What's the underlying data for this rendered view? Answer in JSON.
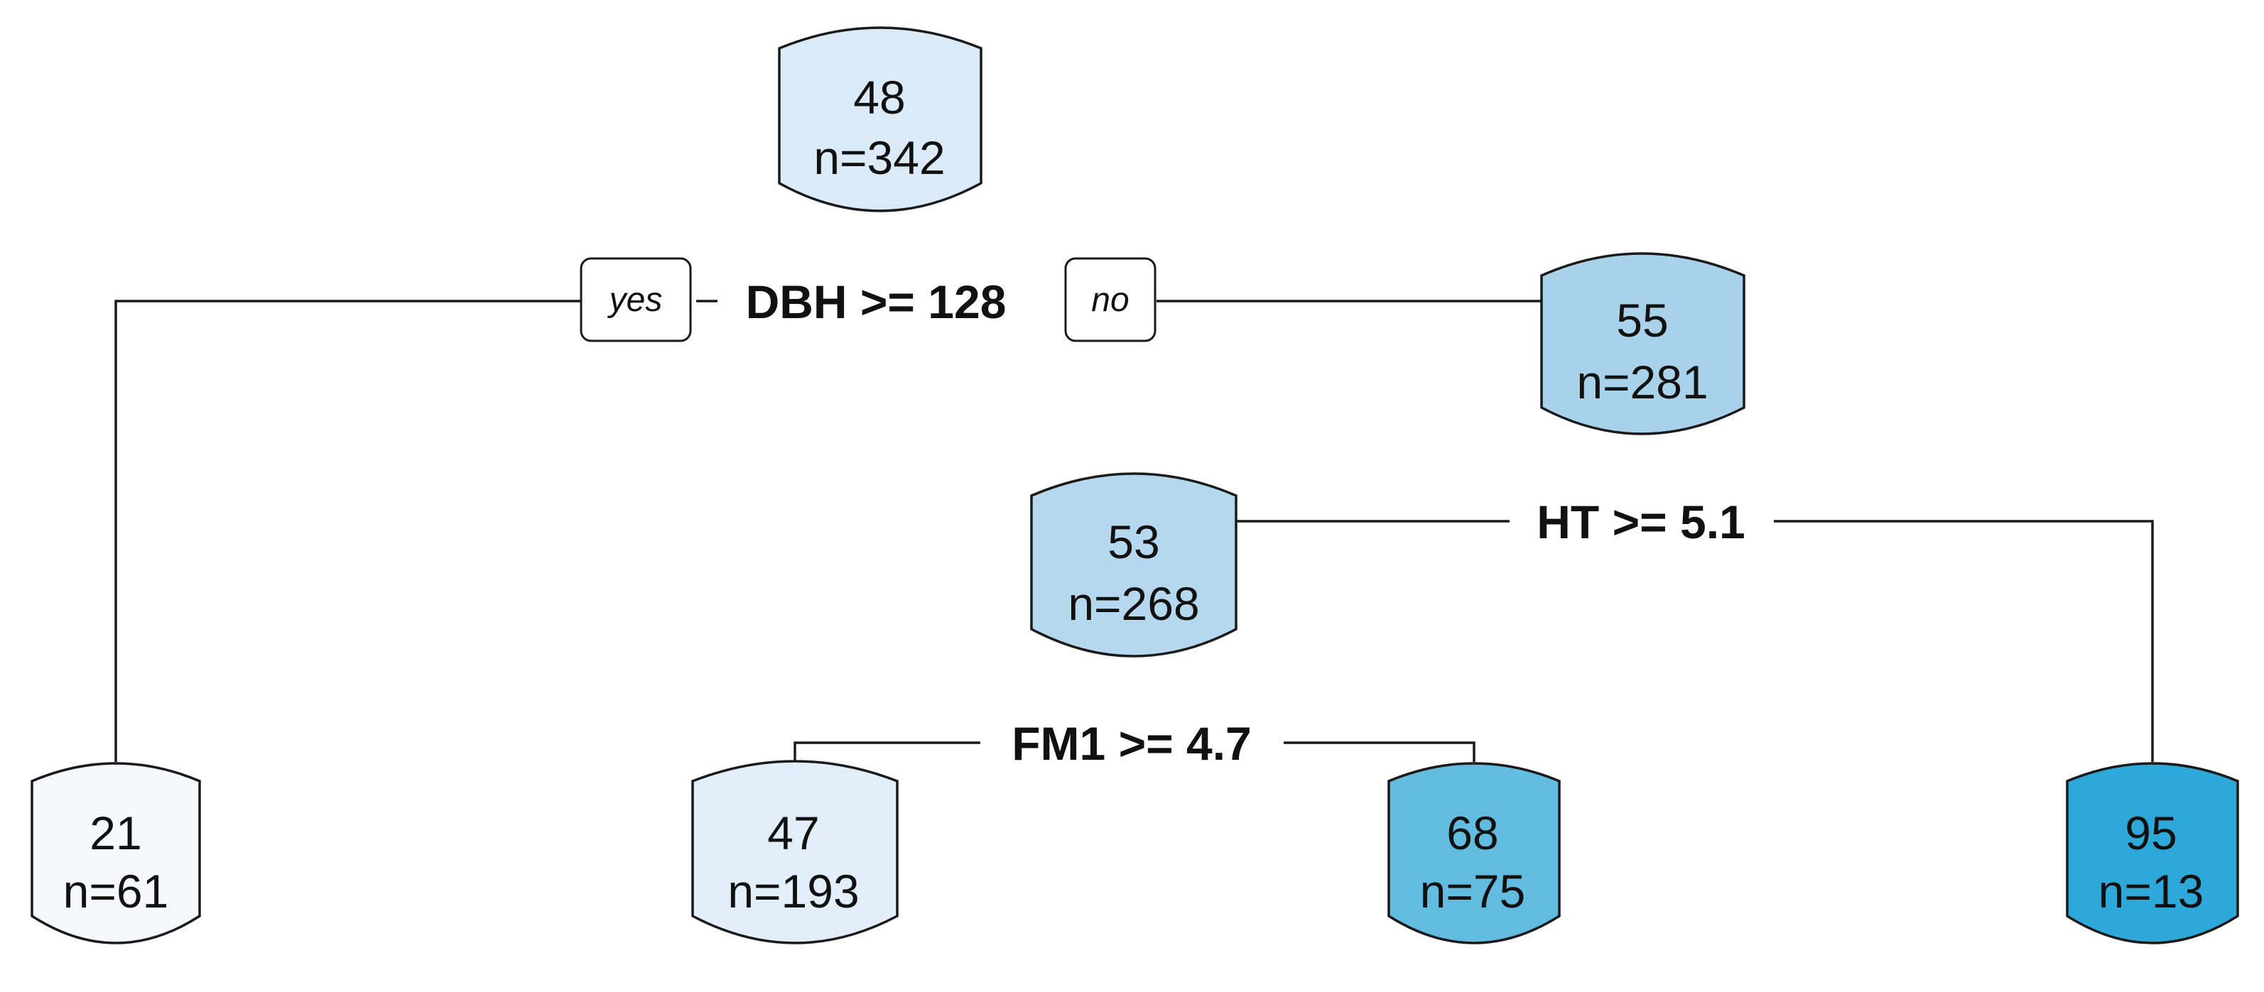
{
  "tree": {
    "branch_labels": {
      "yes": "yes",
      "no": "no"
    },
    "splits": [
      {
        "id": "split-dbh",
        "label": "DBH >= 128"
      },
      {
        "id": "split-ht",
        "label": "HT >= 5.1"
      },
      {
        "id": "split-fm1",
        "label": "FM1 >= 4.7"
      }
    ],
    "nodes": [
      {
        "id": "root",
        "value": "48",
        "n": "n=342",
        "color": "#dbeaf7"
      },
      {
        "id": "node-55",
        "value": "55",
        "n": "n=281",
        "color": "#a8d2ea"
      },
      {
        "id": "node-53",
        "value": "53",
        "n": "n=268",
        "color": "#b5d8ee"
      },
      {
        "id": "leaf-21",
        "value": "21",
        "n": "n=61",
        "color": "#f5f9fe"
      },
      {
        "id": "leaf-47",
        "value": "47",
        "n": "n=193",
        "color": "#e2eefa"
      },
      {
        "id": "leaf-68",
        "value": "68",
        "n": "n=75",
        "color": "#62bcdf"
      },
      {
        "id": "leaf-95",
        "value": "95",
        "n": "n=13",
        "color": "#2ea8d8"
      }
    ]
  }
}
